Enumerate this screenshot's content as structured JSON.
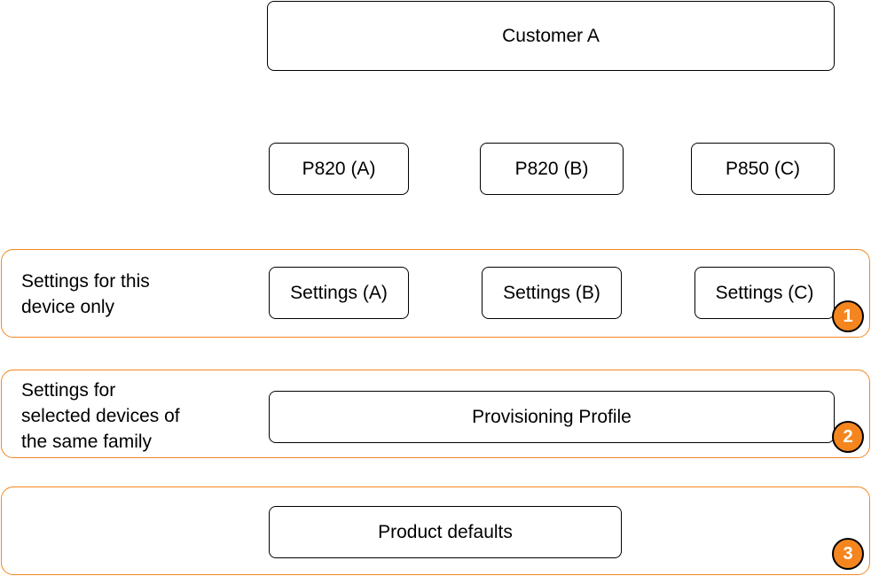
{
  "colors": {
    "accent": "#f5861f",
    "border": "#000000",
    "badge_text": "#ffffff"
  },
  "customer": {
    "label": "Customer A"
  },
  "devices": [
    {
      "label": "P820 (A)"
    },
    {
      "label": "P820 (B)"
    },
    {
      "label": "P850 (C)"
    }
  ],
  "tiers": [
    {
      "badge": "1",
      "description": "Settings for this\ndevice only",
      "boxes": [
        {
          "label": "Settings (A)"
        },
        {
          "label": "Settings (B)"
        },
        {
          "label": "Settings (C)"
        }
      ]
    },
    {
      "badge": "2",
      "description": "Settings for\nselected devices of\nthe same family",
      "boxes": [
        {
          "label": "Provisioning Profile"
        }
      ]
    },
    {
      "badge": "3",
      "description": "",
      "boxes": [
        {
          "label": "Product defaults"
        }
      ]
    }
  ]
}
